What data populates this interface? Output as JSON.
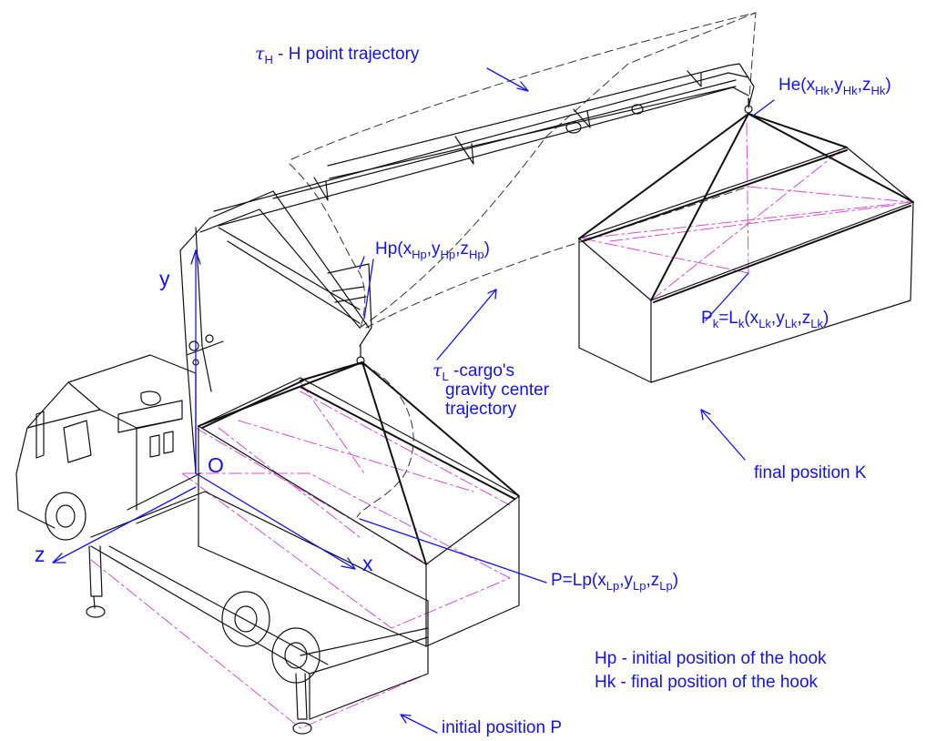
{
  "labels": {
    "tau_h": {
      "symbol": "τ",
      "sub": "H",
      "text": " - H point trajectory"
    },
    "he": {
      "prefix": "He(x",
      "s1": "Hk",
      "m1": ",y",
      "s2": "Hk",
      "m2": ",z",
      "s3": "Hk",
      "suffix": ")"
    },
    "hp": {
      "prefix": "Hp(x",
      "s1": "Hp",
      "m1": ",y",
      "s2": "Hp",
      "m2": ",z",
      "s3": "Hp",
      "suffix": ")"
    },
    "pk": {
      "p": "P",
      "ps": "k",
      "eq": "=L",
      "ls": "k",
      "mid": "(x",
      "s1": "Lk",
      "m1": ",y",
      "s2": "Lk",
      "m2": ",z",
      "s3": "Lk",
      "suffix": ")"
    },
    "tau_l": {
      "symbol": "τ",
      "sub": "L",
      "line1": " -cargo's",
      "line2": "gravity center",
      "line3": "trajectory"
    },
    "p_lp": {
      "prefix": "P=Lp(x",
      "s1": "Lp",
      "m1": ",y",
      "s2": "Lp",
      "m2": ",z",
      "s3": "Lp",
      "suffix": ")"
    },
    "axis_y": "y",
    "axis_x": "x",
    "axis_z": "z",
    "origin": "O",
    "final_position": "final position K",
    "initial_position": "initial position P",
    "legend_hp": "Hp - initial position of the hook",
    "legend_hk": "Hk - final position of the hook"
  },
  "colors": {
    "annotation": "#1414e6",
    "drawing": "#111111",
    "hidden_lines": "#d24fd2",
    "trajectory": "#333333"
  }
}
